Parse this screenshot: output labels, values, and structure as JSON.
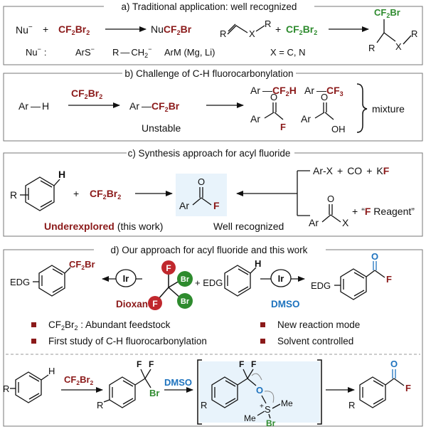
{
  "colors": {
    "dark_red": "#8b1a1a",
    "green": "#2e8b2e",
    "blue": "#1e73be",
    "black": "#111111",
    "panel_border": "#777777",
    "highlight_box": "#e8f3fb",
    "legend_marker": "#8b1a1a"
  },
  "panel_a": {
    "title": "a) Traditional application: well recognized",
    "nu": "Nu",
    "plus": "+",
    "cf2br2": "CF2Br2",
    "nu_prefix": "Nu",
    "nu_product_suffix": "CF2Br",
    "nu_list_label": "Nu",
    "nu_list_colon": ":",
    "nu_list_1": "ArS",
    "nu_list_2": "R",
    "nu_list_2b": "CH2",
    "nu_list_3": "ArM (Mg, Li)",
    "alkene_x": "X",
    "alkene_r": "R",
    "x_note": "X = C, N",
    "product_cf2br": "CF2Br",
    "product_r": "R",
    "product_x": "X",
    "product_r2": "R"
  },
  "panel_b": {
    "title": "b) Challenge of C-H fluorocarbonylation",
    "ar": "Ar",
    "h": "H",
    "reagent": "CF2Br2",
    "product_ar": "Ar",
    "product_cf2br": "CF2Br",
    "unstable": "Unstable",
    "p1_ar": "Ar",
    "p1_group": "CF2H",
    "p2_ar": "Ar",
    "p2_group": "CF3",
    "p3_ar": "Ar",
    "p3_o": "O",
    "p3_f": "F",
    "p4_ar": "Ar",
    "p4_o": "O",
    "p4_oh": "OH",
    "mixture": "mixture"
  },
  "panel_c": {
    "title": "c) Synthesis approach for acyl fluoride",
    "r": "R",
    "h": "H",
    "plus": "+",
    "reagent": "CF2Br2",
    "product_ar": "Ar",
    "product_o": "O",
    "product_f": "F",
    "underexplored": "Underexplored",
    "this_work": "(this work)",
    "well_recognized": "Well recognized",
    "route1_arx": "Ar-X",
    "route1_plus1": "+",
    "route1_co": "CO",
    "route1_plus2": "+",
    "route1_k": "K",
    "route1_f": "F",
    "route2_ar": "Ar",
    "route2_o": "O",
    "route2_x": "X",
    "route2_plus": "+",
    "route2_q1": "“",
    "route2_f": "F",
    "route2_reagent": " Reagent”"
  },
  "panel_d": {
    "title": "d) Our approach for acyl fluoride and this work",
    "left_edg": "EDG",
    "left_cf2br": "CF2Br",
    "ir": "Ir",
    "dioxane": "Dioxane",
    "center_f1": "F",
    "center_f2": "F",
    "center_br1": "Br",
    "center_br2": "Br",
    "plus_edg": "+ EDG",
    "right_h": "H",
    "ir2": "Ir",
    "dmso": "DMSO",
    "right_edg": "EDG",
    "right_o": "O",
    "right_f": "F",
    "bullet_1a": "CF2Br2",
    "bullet_1b": " : Abundant feedstock",
    "bullet_2": "First study of  C-H fluorocarbonylation",
    "bullet_3": "New reaction mode",
    "bullet_4": "Solvent controlled"
  },
  "mechanism": {
    "r1": "R",
    "h": "H",
    "reagent": "CF2Br2",
    "int_f1": "F",
    "int_f2": "F",
    "int_r": "R",
    "int_br": "Br",
    "dmso": "DMSO",
    "ts_f1": "F",
    "ts_f2": "F",
    "ts_o": "O",
    "ts_r": "R",
    "ts_s": "S",
    "ts_me1": "Me",
    "ts_me2": "Me",
    "ts_br": "Br",
    "ts_plus": "+",
    "prod_r": "R",
    "prod_o": "O",
    "prod_f": "F"
  }
}
